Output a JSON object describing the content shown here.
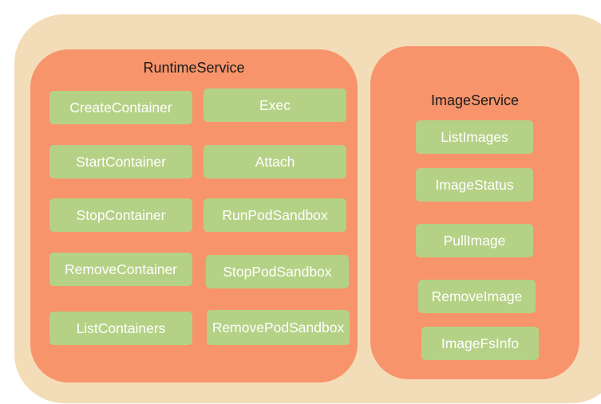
{
  "runtime_service": {
    "title": "RuntimeService",
    "methods": [
      "CreateContainer",
      "Exec",
      "StartContainer",
      "Attach",
      "StopContainer",
      "RunPodSandbox",
      "RemoveContainer",
      "StopPodSandbox",
      "ListContainers",
      "RemovePodSandbox"
    ]
  },
  "image_service": {
    "title": "ImageService",
    "methods": [
      "ListImages",
      "ImageStatus",
      "PullImage",
      "RemoveImage",
      "ImageFsInfo"
    ]
  },
  "colors": {
    "outer_background": "#f3ddb8",
    "service_panel": "#f7946b",
    "method_box": "#b5d186",
    "method_text": "#ffffff",
    "title_text": "#1a1a1a"
  }
}
